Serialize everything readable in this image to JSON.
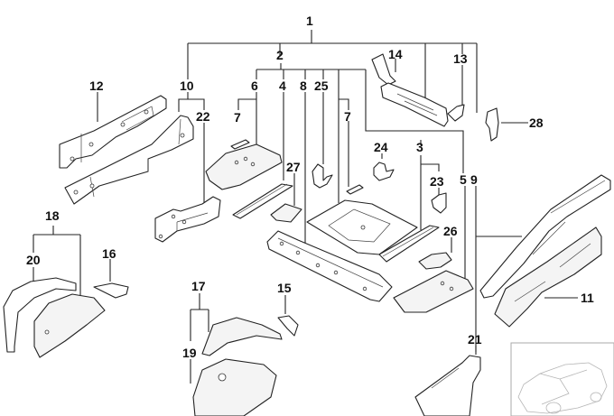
{
  "diagram": {
    "type": "exploded-parts-diagram",
    "subject": "Vehicle body floor and frame members",
    "callouts": [
      {
        "id": "1",
        "label": "1"
      },
      {
        "id": "2",
        "label": "2"
      },
      {
        "id": "3",
        "label": "3"
      },
      {
        "id": "4",
        "label": "4"
      },
      {
        "id": "5",
        "label": "5"
      },
      {
        "id": "6",
        "label": "6"
      },
      {
        "id": "7a",
        "label": "7"
      },
      {
        "id": "7b",
        "label": "7"
      },
      {
        "id": "8",
        "label": "8"
      },
      {
        "id": "9",
        "label": "9"
      },
      {
        "id": "10",
        "label": "10"
      },
      {
        "id": "11",
        "label": "11"
      },
      {
        "id": "12",
        "label": "12"
      },
      {
        "id": "13",
        "label": "13"
      },
      {
        "id": "14",
        "label": "14"
      },
      {
        "id": "15",
        "label": "15"
      },
      {
        "id": "16",
        "label": "16"
      },
      {
        "id": "17",
        "label": "17"
      },
      {
        "id": "18",
        "label": "18"
      },
      {
        "id": "19",
        "label": "19"
      },
      {
        "id": "20",
        "label": "20"
      },
      {
        "id": "21",
        "label": "21"
      },
      {
        "id": "22",
        "label": "22"
      },
      {
        "id": "23",
        "label": "23"
      },
      {
        "id": "24",
        "label": "24"
      },
      {
        "id": "25",
        "label": "25"
      },
      {
        "id": "26",
        "label": "26"
      },
      {
        "id": "27",
        "label": "27"
      },
      {
        "id": "28",
        "label": "28"
      }
    ],
    "hierarchy": {
      "1": [
        "10",
        "2",
        "14",
        "13"
      ],
      "2": [
        "6",
        "4",
        "8",
        "25",
        "7",
        "3",
        "5",
        "9"
      ],
      "10": [
        "12",
        "22"
      ],
      "6": [
        "7"
      ],
      "3": [
        "23"
      ],
      "18": [
        "20"
      ],
      "17": [
        "19"
      ]
    },
    "thumbnail": {
      "name": "vehicle-locator",
      "description": "Car outline thumbnail"
    }
  }
}
